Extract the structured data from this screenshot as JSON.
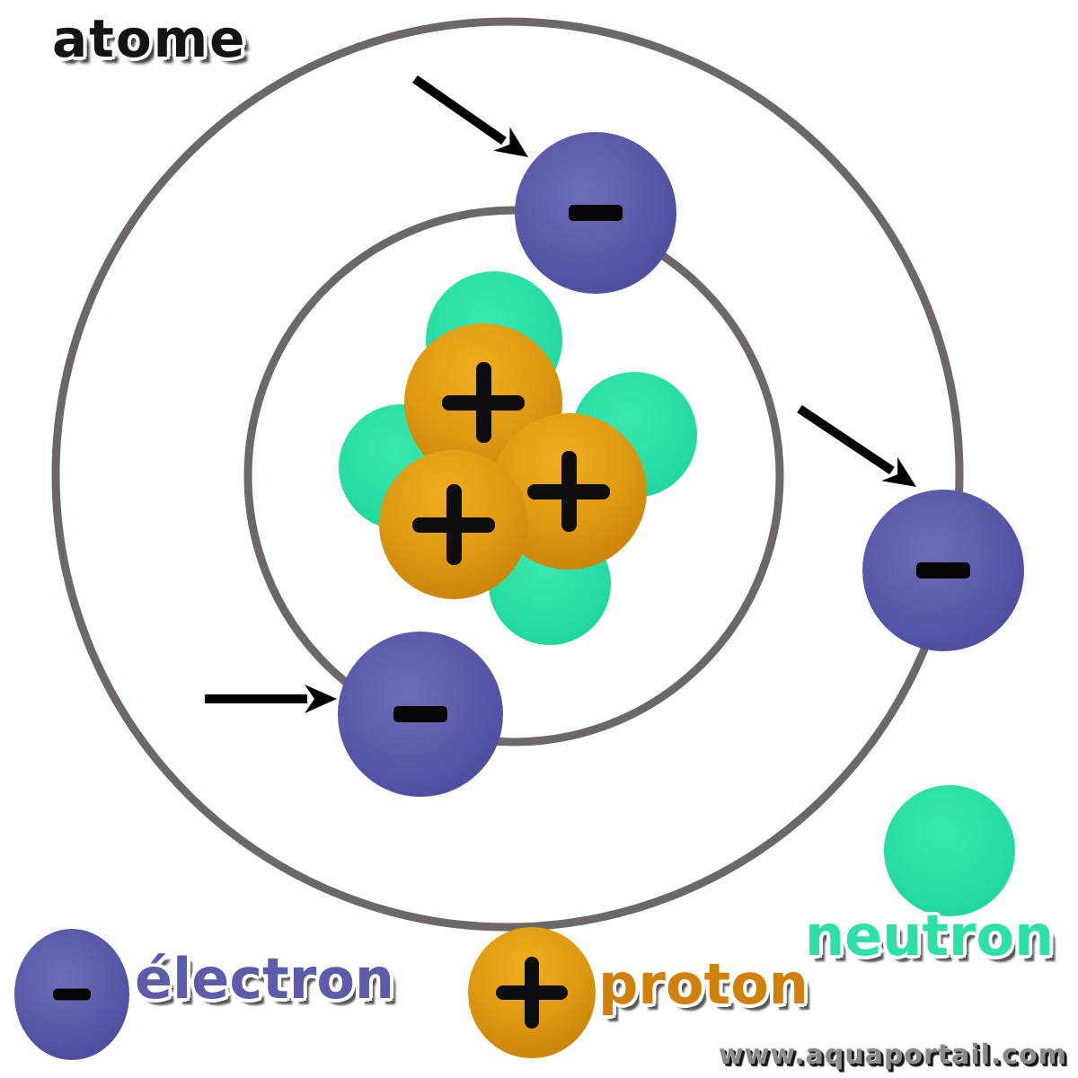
{
  "title": "atome",
  "legend": {
    "electron": {
      "label": "électron",
      "symbol": "-"
    },
    "proton": {
      "label": "proton",
      "symbol": "+"
    },
    "neutron": {
      "label": "neutron"
    }
  },
  "watermark": "www.aquaportail.com",
  "diagram": {
    "orbit_count": 2,
    "particle_counts": {
      "electrons": 3,
      "protons": 3,
      "neutrons": 4
    },
    "electron_charge_symbol": "-",
    "proton_charge_symbol": "+"
  },
  "colors": {
    "electron": "#5c5baa",
    "proton": "#d8940e",
    "neutron": "#25dfa2",
    "orbit": "#6c6868",
    "arrow": "#000000",
    "title_text": "#141414",
    "electron_label": "#5d5cab",
    "proton_label": "#d1810b",
    "neutron_label": "#2de0a5",
    "watermark_text": "#8a8a8a",
    "background": "#ffffff"
  }
}
